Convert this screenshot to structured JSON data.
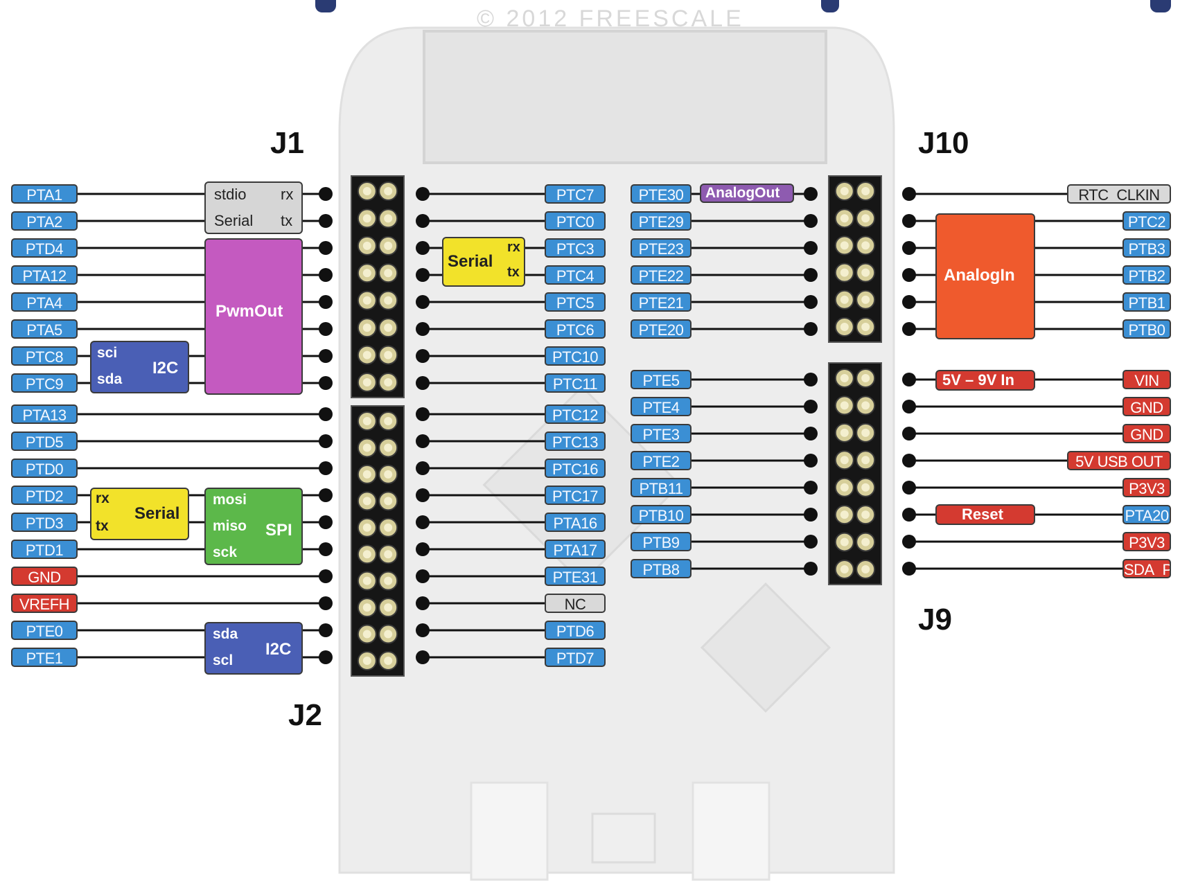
{
  "headers": {
    "j1": "J1",
    "j2": "J2",
    "j9": "J9",
    "j10": "J10"
  },
  "board": {
    "copyright": "© 2012 FREESCALE"
  },
  "left_pins": [
    "PTA1",
    "PTA2",
    "PTD4",
    "PTA12",
    "PTA4",
    "PTA5",
    "PTC8",
    "PTC9",
    "PTA13",
    "PTD5",
    "PTD0",
    "PTD2",
    "PTD3",
    "PTD1",
    "GND",
    "VREFH",
    "PTE0",
    "PTE1"
  ],
  "mid_left_pins": [
    "PTC7",
    "PTC0",
    "PTC3",
    "PTC4",
    "PTC5",
    "PTC6",
    "PTC10",
    "PTC11",
    "PTC12",
    "PTC13",
    "PTC16",
    "PTC17",
    "PTA16",
    "PTA17",
    "PTE31",
    "NC",
    "PTD6",
    "PTD7"
  ],
  "mid_right_pins": [
    "PTE30",
    "PTE29",
    "PTE23",
    "PTE22",
    "PTE21",
    "PTE20",
    "PTE5",
    "PTE4",
    "PTE3",
    "PTE2",
    "PTB11",
    "PTB10",
    "PTB9",
    "PTB8"
  ],
  "right_pins": [
    "RTC_CLKIN",
    "PTC2",
    "PTB3",
    "PTB2",
    "PTB1",
    "PTB0",
    "VIN",
    "GND",
    "GND",
    "5V USB OUT",
    "P3V3",
    "PTA20",
    "P3V3",
    "SDA_PTD"
  ],
  "functions": {
    "stdio_serial": {
      "line1": "stdio",
      "line2": "Serial",
      "rx": "rx",
      "tx": "tx"
    },
    "pwmout": "PwmOut",
    "i2c_top": {
      "sci": "sci",
      "sda": "sda",
      "label": "I2C"
    },
    "serial_mid": {
      "label": "Serial",
      "rx": "rx",
      "tx": "tx"
    },
    "analogout": "AnalogOut",
    "analogin": "AnalogIn",
    "power_in": "5V – 9V In",
    "reset": "Reset",
    "serial_left": {
      "label": "Serial",
      "rx": "rx",
      "tx": "tx"
    },
    "spi": {
      "mosi": "mosi",
      "miso": "miso",
      "sck": "sck",
      "label": "SPI"
    },
    "i2c_bottom": {
      "sda": "sda",
      "scl": "scl",
      "label": "I2C"
    }
  },
  "colors": {
    "pin_blue": "#3b8fd4",
    "power_red": "#d43a30",
    "gray": "#d9d9d9",
    "pwm_magenta": "#c45ac0",
    "i2c_blue": "#4a5fb5",
    "serial_yellow": "#f2e22a",
    "spi_green": "#5cb84a",
    "analog_out_purple": "#8e5bb0",
    "analog_in_orange": "#ef5a2d"
  }
}
